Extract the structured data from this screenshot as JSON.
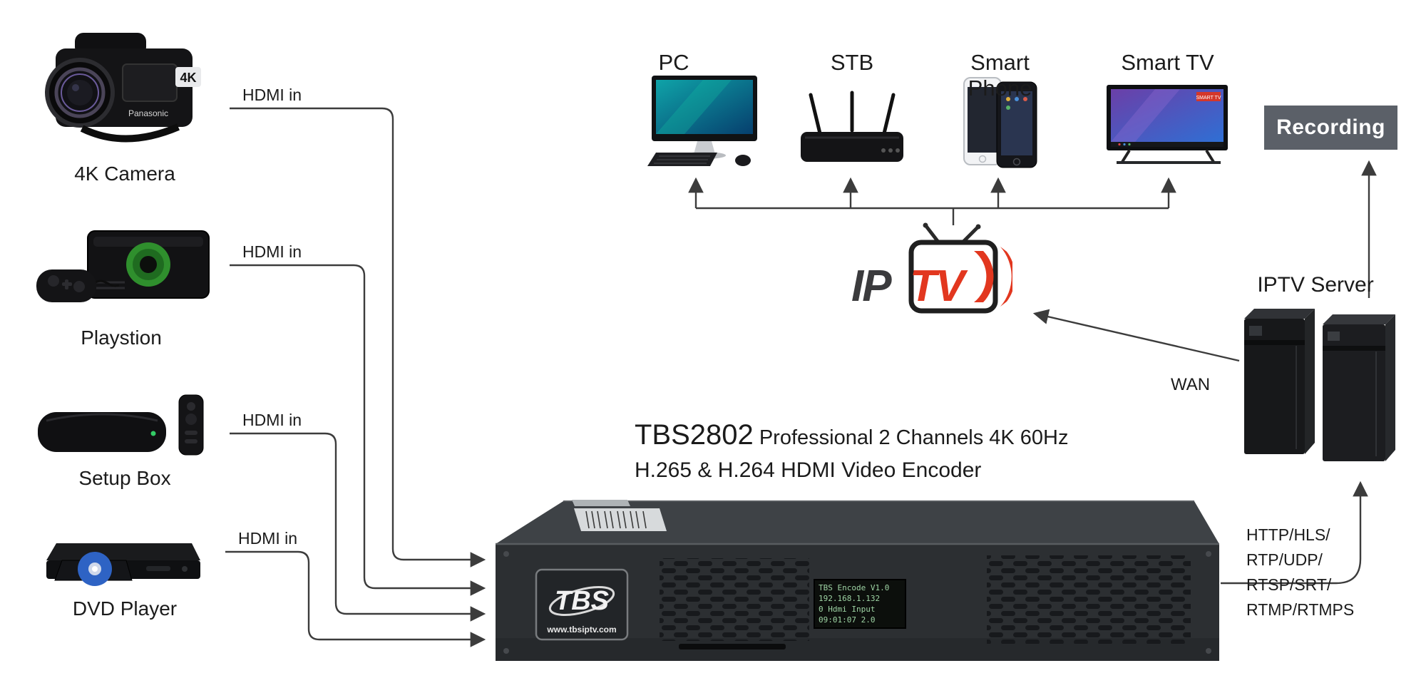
{
  "sources": {
    "camera": {
      "label": "4K Camera",
      "hdmi": "HDMI in",
      "brand": "Panasonic",
      "badge": "4K"
    },
    "playstation": {
      "label": "Playstion",
      "hdmi": "HDMI in"
    },
    "setup_box": {
      "label": "Setup Box",
      "hdmi": "HDMI in"
    },
    "dvd": {
      "label": "DVD Player",
      "hdmi": "HDMI in"
    }
  },
  "outputs": {
    "pc": "PC",
    "stb": "STB",
    "smart_phone": "Smart Phone",
    "smart_tv": "Smart TV",
    "tv_badge": "SMART TV"
  },
  "title": {
    "model": "TBS2802",
    "tagline": " Professional 2 Channels 4K 60Hz",
    "line2": "H.265 & H.264 HDMI Video Encoder"
  },
  "encoder": {
    "logo_brand": "TBS",
    "logo_url": "www.tbsiptv.com",
    "lcd_lines": [
      "TBS Encode V1.0",
      "192.168.1.132",
      "0 Hdmi Input",
      "09:01:07 2.0"
    ]
  },
  "iptv_logo": {
    "ip": "IP",
    "tv": "TV"
  },
  "server": {
    "label": "IPTV Server"
  },
  "recording": {
    "label": "Recording"
  },
  "wan": {
    "label": "WAN"
  },
  "protocols": {
    "line1": "HTTP/HLS/",
    "line2": "RTP/UDP/",
    "line3": "RTSP/SRT/",
    "line4": "RTMP/RTMPS"
  },
  "colors": {
    "accent_red": "#e2371f",
    "line": "#3c3c3c",
    "recording_bg": "#5b6068",
    "lcd_text": "#9ed4a4",
    "console_green": "#2f8f2d"
  }
}
